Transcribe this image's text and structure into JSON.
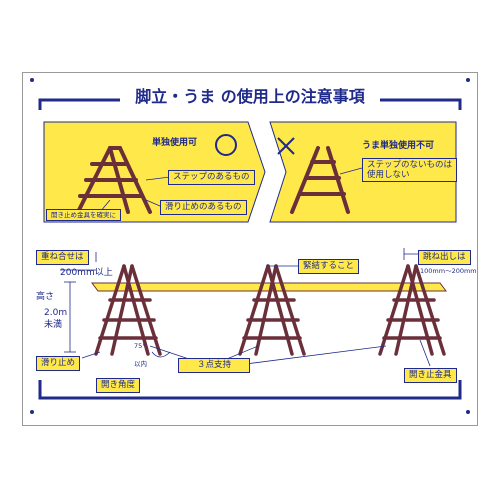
{
  "title": "脚立・うま の使用上の注意事項",
  "top_panels": {
    "left": {
      "heading": "単独使用可",
      "mark": "○",
      "notes": [
        "ステップのあるもの",
        "滑り止めのあるもの"
      ],
      "callout": "開き止め金具を確実に"
    },
    "right": {
      "mark": "×",
      "heading": "うま単独使用不可",
      "notes": [
        "ステップのないものは",
        "使用しない"
      ]
    }
  },
  "bottom": {
    "overlap_label": "重ね合せは",
    "overlap_value": "200mm以上",
    "tie_label": "緊結すること",
    "overhang_label": "跳ね出しは",
    "overhang_value": "100mm〜200mm",
    "height_label": "高さ",
    "height_value": "2.0m",
    "height_suffix": "未満",
    "antislip_label": "滑り止め",
    "angle_label": "開き角度",
    "angle_value": "75°",
    "angle_suffix": "以内",
    "three_point_label": "３点支持",
    "lock_label": "開き止金具"
  },
  "colors": {
    "navy": "#1f2a8a",
    "yellow": "#ffe94a",
    "ladder": "#6b2f3a",
    "border": "#9a9a9a"
  }
}
